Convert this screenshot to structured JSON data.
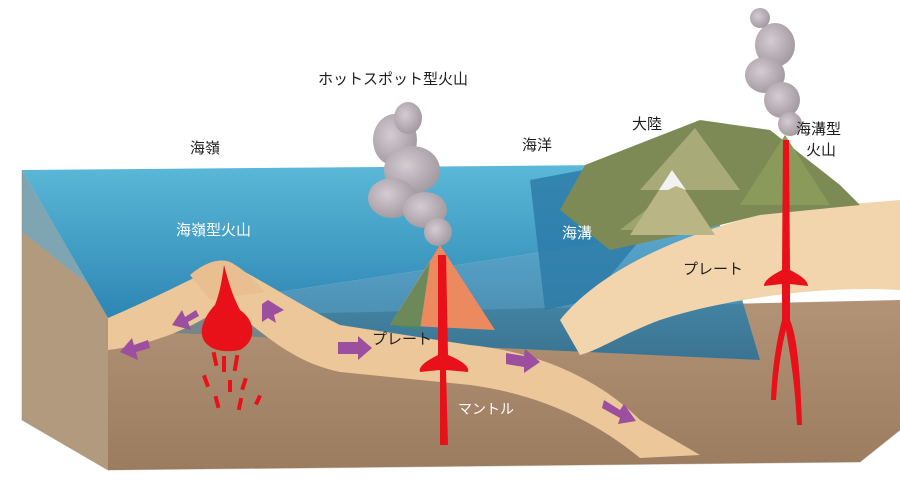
{
  "labels": {
    "hotspot_volcano": "ホットスポット型火山",
    "ridge": "海嶺",
    "ocean": "海洋",
    "continent": "大陸",
    "trench_volcano_line1": "海溝型",
    "trench_volcano_line2": "火山",
    "ridge_volcano": "海嶺型火山",
    "trench": "海溝",
    "plate_continent": "プレート",
    "plate_ocean": "プレート",
    "mantle": "マントル"
  },
  "colors": {
    "ocean_surface": "#4aa8cf",
    "ocean_deep": "#2e7ea8",
    "plate": "#ecc79a",
    "mantle": "#a98a6c",
    "magma": "#e8111a",
    "smoke": "#b3aab0",
    "land": "#7d8a55",
    "arrow": "#9b4f9e"
  }
}
